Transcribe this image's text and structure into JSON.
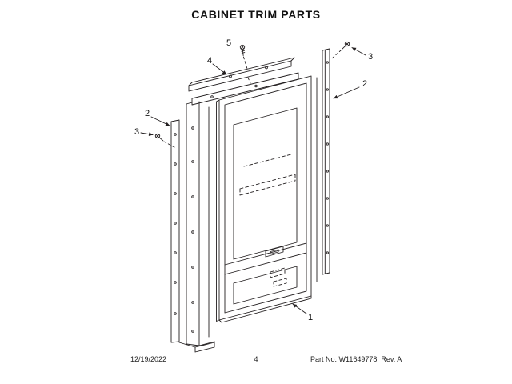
{
  "title": "CABINET TRIM PARTS",
  "diagram": {
    "description": "Exploded isometric view of cabinet trim assembly",
    "callouts": [
      {
        "label": "1"
      },
      {
        "label": "2"
      },
      {
        "label": "2"
      },
      {
        "label": "3"
      },
      {
        "label": "3"
      },
      {
        "label": "4"
      },
      {
        "label": "5"
      }
    ]
  },
  "footer": {
    "date": "12/19/2022",
    "page_number": "4",
    "part_number": "Part No. W11649778  Rev. A"
  }
}
